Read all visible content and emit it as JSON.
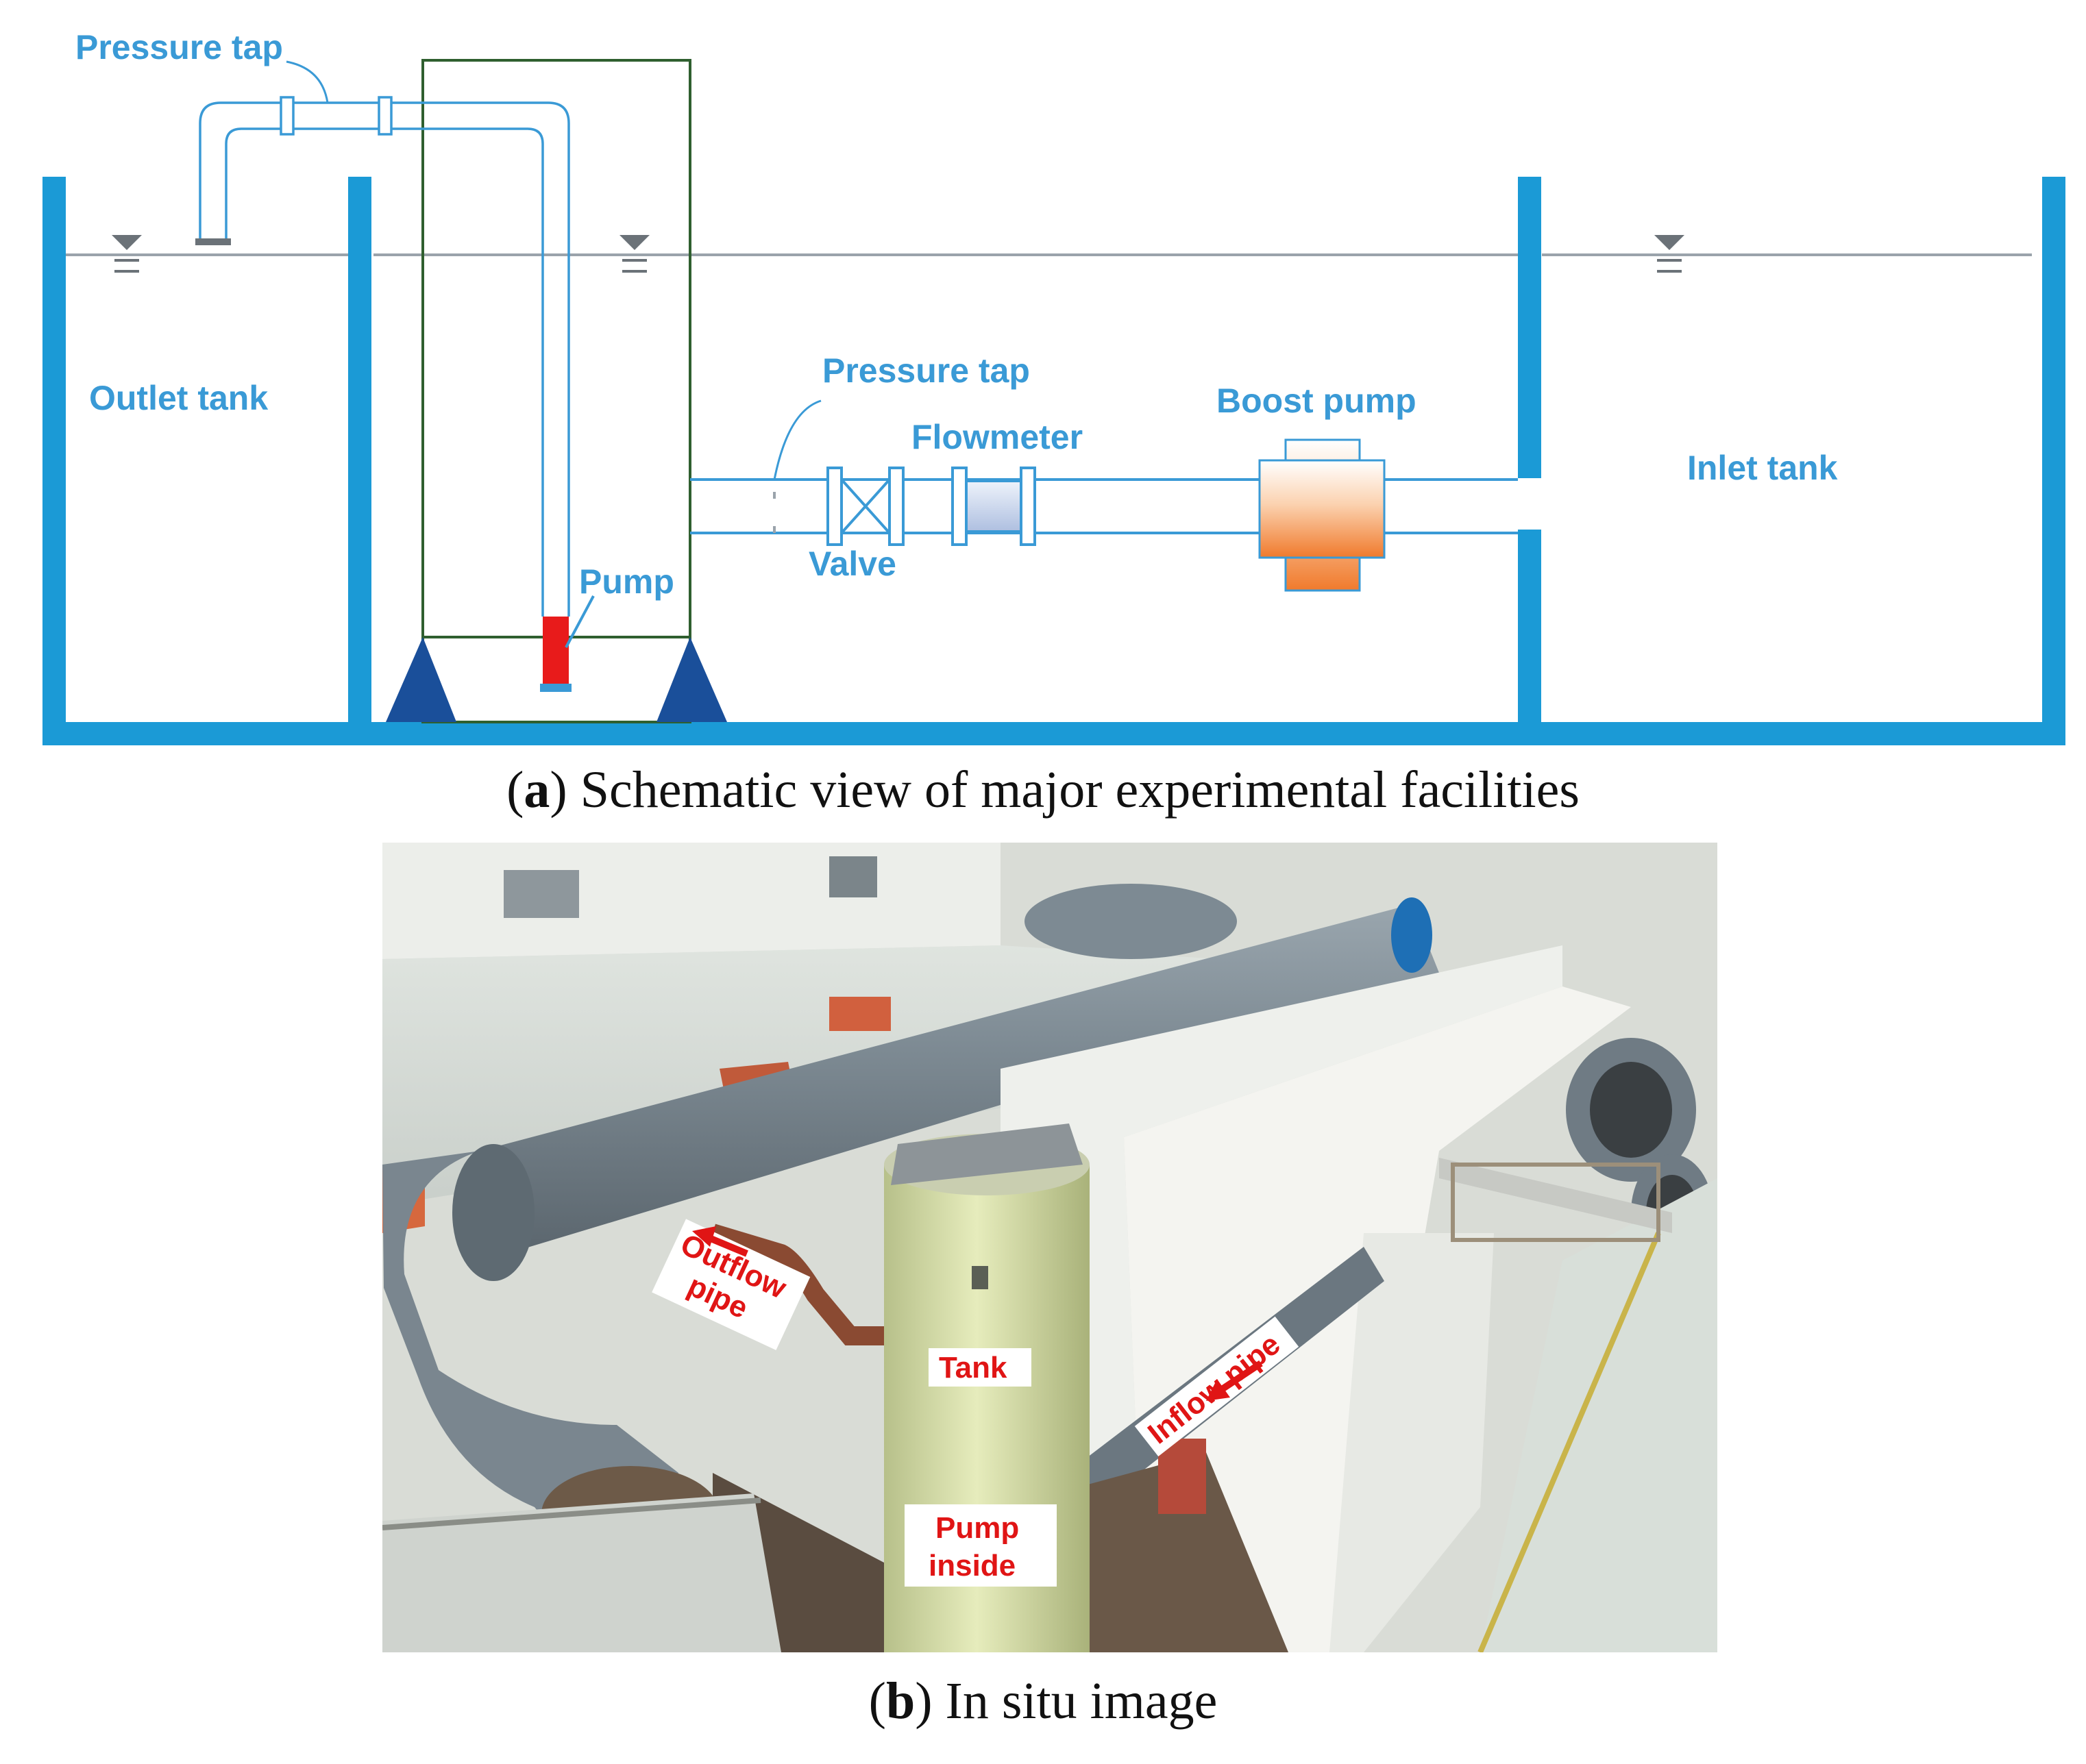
{
  "schematic": {
    "labels": {
      "pressure_tap_top": "Pressure tap",
      "outlet_tank": "Outlet tank",
      "pressure_tap_mid": "Pressure tap",
      "flowmeter": "Flowmeter",
      "boost_pump": "Boost pump",
      "inlet_tank": "Inlet tank",
      "valve": "Valve",
      "pump": "Pump"
    },
    "caption_letter": "a",
    "caption_text": "Schematic view of major experimental facilities"
  },
  "photo": {
    "labels": {
      "outflow_pipe_1": "Outflow",
      "outflow_pipe_2": "pipe",
      "tank": "Tank",
      "inflow_pipe": "Inflow pipe",
      "pump_inside_1": "Pump",
      "pump_inside_2": "inside"
    },
    "caption_letter": "b",
    "caption_text": "In situ image"
  },
  "colors": {
    "tank_wall": "#1b9ad6",
    "pipe": "#3a9ad6",
    "label": "#3a9ad6",
    "pump": "#e81b1b",
    "boost_pump": "#f08a3c",
    "support": "#1a4f9a",
    "frame": "#2f5f2f",
    "photo_label": "#e01515"
  }
}
